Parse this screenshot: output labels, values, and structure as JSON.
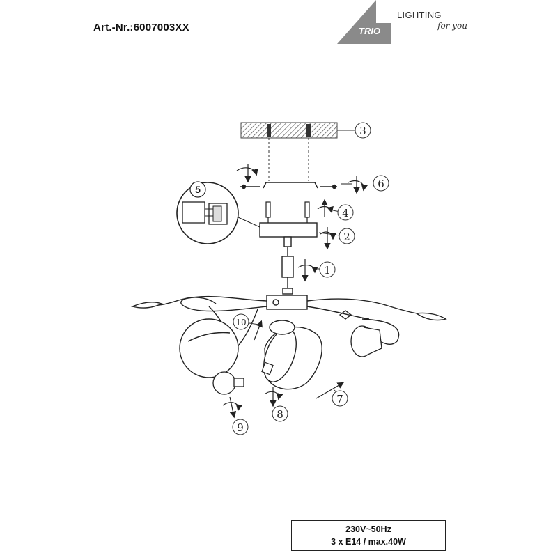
{
  "header": {
    "article_number": "Art.-Nr.:6007003XX"
  },
  "logo": {
    "brand": "TRIO",
    "lighting": "LIGHTING",
    "tagline": "for you",
    "color": "#8a8a8a"
  },
  "callouts": [
    {
      "id": "c1",
      "label": "1"
    },
    {
      "id": "c2",
      "label": "2"
    },
    {
      "id": "c3",
      "label": "3"
    },
    {
      "id": "c4",
      "label": "4"
    },
    {
      "id": "c6",
      "label": "6"
    },
    {
      "id": "c7",
      "label": "7"
    },
    {
      "id": "c8",
      "label": "8"
    },
    {
      "id": "c9",
      "label": "9"
    },
    {
      "id": "c10",
      "label": "10"
    }
  ],
  "inset": {
    "label": "5"
  },
  "specs": {
    "voltage": "230V~50Hz",
    "bulbs": "3 x E14 / max.40W"
  }
}
